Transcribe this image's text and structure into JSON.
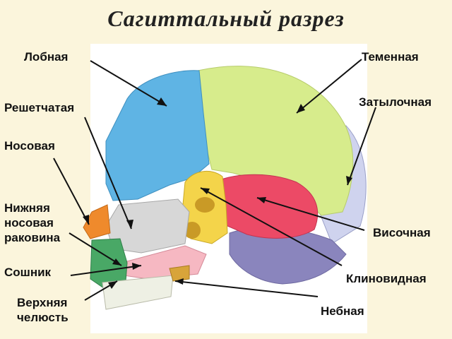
{
  "title": "Сагиттальный разрез",
  "labels": {
    "frontal": "Лобная",
    "parietal": "Теменная",
    "ethmoid": "Решетчатая",
    "occipital": "Затылочная",
    "nasal": "Носовая",
    "inferior_concha": "Нижняя носовая раковина",
    "temporal": "Височная",
    "vomer": "Сошник",
    "sphenoid": "Клиновидная",
    "maxilla": "Верхняя челюсть",
    "palatine": "Небная"
  },
  "colors": {
    "background": "#fbf5dc",
    "frontal": "#5fb4e4",
    "parietal": "#d7ec8c",
    "occipital": "#cfd3ee",
    "temporal": "#ec4a66",
    "sphenoid": "#f4d44a",
    "ethmoid": "#d7d7d7",
    "nasal": "#ef8a2c",
    "maxilla": "#49a866",
    "vomer": "#f6b8c2",
    "base": "#8a85bd"
  }
}
